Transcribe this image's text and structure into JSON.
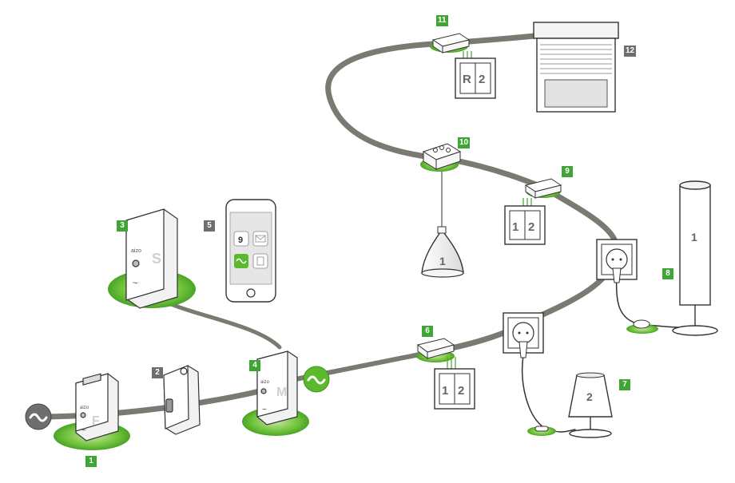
{
  "colors": {
    "accent_green": "#3fa535",
    "ring_green": "#5cb82e",
    "cable_gray": "#7a7a72",
    "tag_gray": "#6e6e6e",
    "outline": "#333333"
  },
  "callouts": [
    {
      "id": "1",
      "label": "1",
      "style": "green"
    },
    {
      "id": "2",
      "label": "2",
      "style": "gray"
    },
    {
      "id": "3",
      "label": "3",
      "style": "green"
    },
    {
      "id": "4",
      "label": "4",
      "style": "green"
    },
    {
      "id": "5",
      "label": "5",
      "style": "gray"
    },
    {
      "id": "6",
      "label": "6",
      "style": "green"
    },
    {
      "id": "7",
      "label": "7",
      "style": "green"
    },
    {
      "id": "8",
      "label": "8",
      "style": "green"
    },
    {
      "id": "9",
      "label": "9",
      "style": "green"
    },
    {
      "id": "10",
      "label": "10",
      "style": "green"
    },
    {
      "id": "11",
      "label": "11",
      "style": "green"
    },
    {
      "id": "12",
      "label": "12",
      "style": "gray"
    }
  ],
  "devices": {
    "filter_letter": "F",
    "server_letter": "S",
    "meter_letter": "M",
    "brand": "aizo",
    "wave_symbol": "~"
  },
  "switches": {
    "switch_6": [
      "1",
      "2"
    ],
    "switch_9": [
      "1",
      "2"
    ],
    "switch_11": [
      "R",
      "2"
    ]
  },
  "lamps": {
    "pendant_label": "1",
    "table_lamp_label": "2",
    "floor_lamp_label": "1"
  },
  "phone": {
    "tile_value": "9"
  }
}
